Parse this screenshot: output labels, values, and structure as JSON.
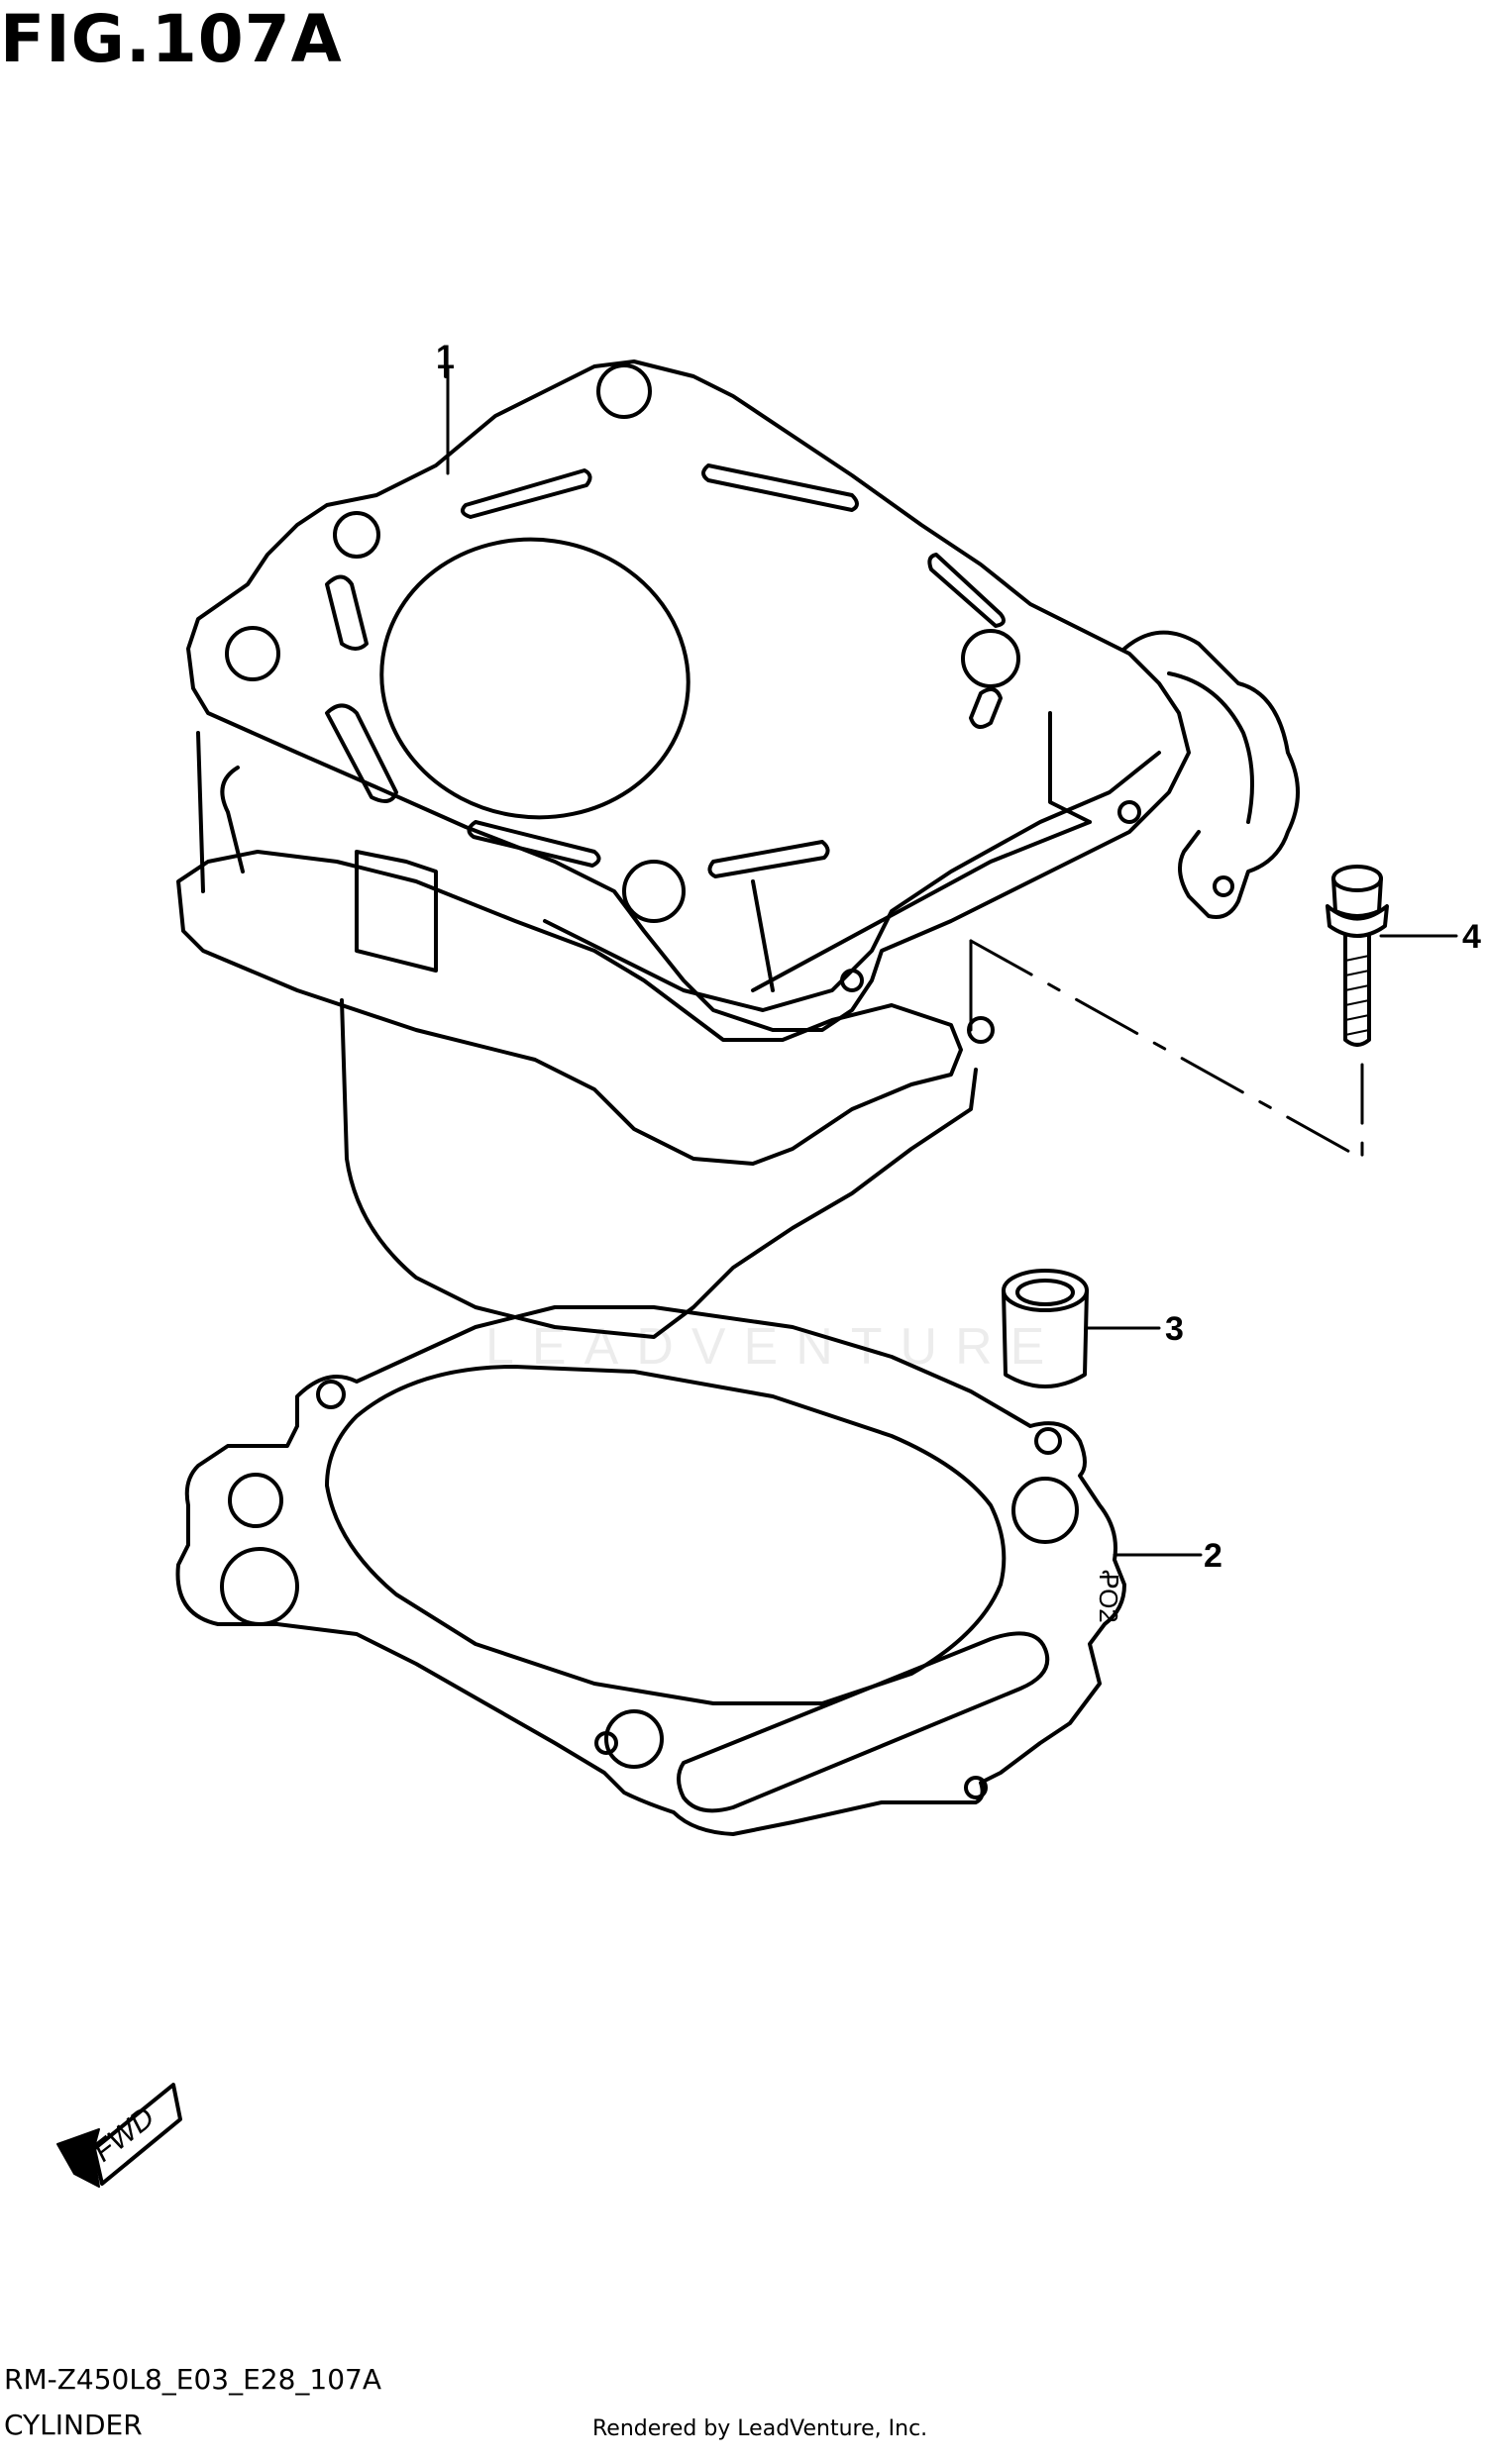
{
  "figure": {
    "title": "FIG.107A",
    "drawing_code": "RM-Z450L8_E03_E28_107A",
    "section_name": "CYLINDER",
    "rendered_by": "Rendered by LeadVenture, Inc.",
    "watermark": "LEADVENTURE",
    "fwd_label": "FWD"
  },
  "parts": [
    {
      "ref": "1",
      "name": "cylinder"
    },
    {
      "ref": "2",
      "name": "cylinder-base-gasket"
    },
    {
      "ref": "3",
      "name": "dowel-pin"
    },
    {
      "ref": "4",
      "name": "bolt"
    }
  ],
  "gasket_stamp": "ꝒO2"
}
